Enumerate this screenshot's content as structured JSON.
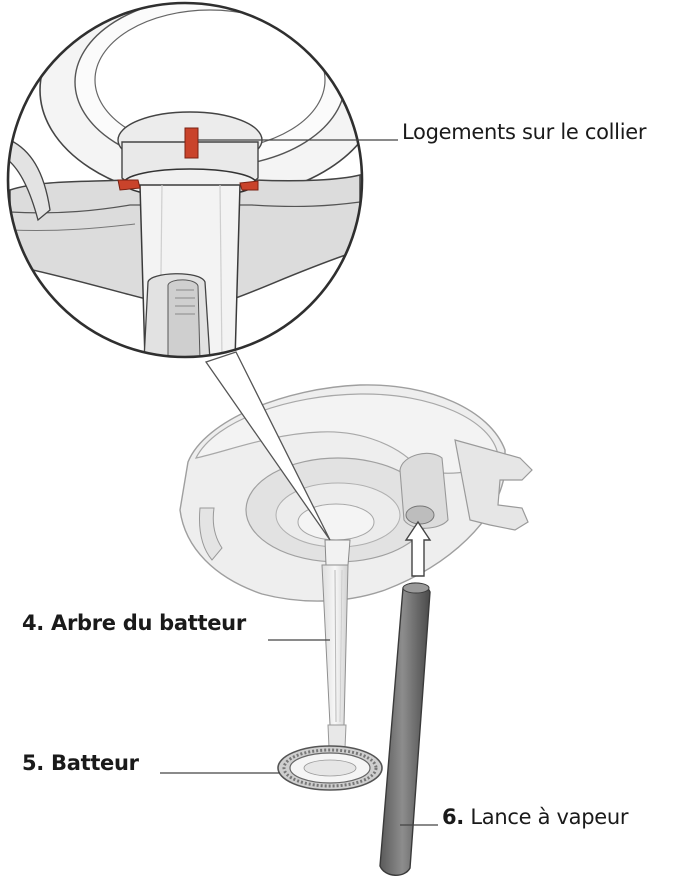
{
  "diagram": {
    "labels": {
      "collier": "Logements sur le collier",
      "arbre": "4. Arbre du batteur",
      "batteur": "5. Batteur",
      "lance_num": "6.",
      "lance_text": " Lance à vapeur"
    },
    "colors": {
      "line": "#333333",
      "part_light": "#e6e6e6",
      "part_mid": "#cfcfcf",
      "part_dark": "#707070",
      "highlight_slot": "#c9432b"
    }
  }
}
